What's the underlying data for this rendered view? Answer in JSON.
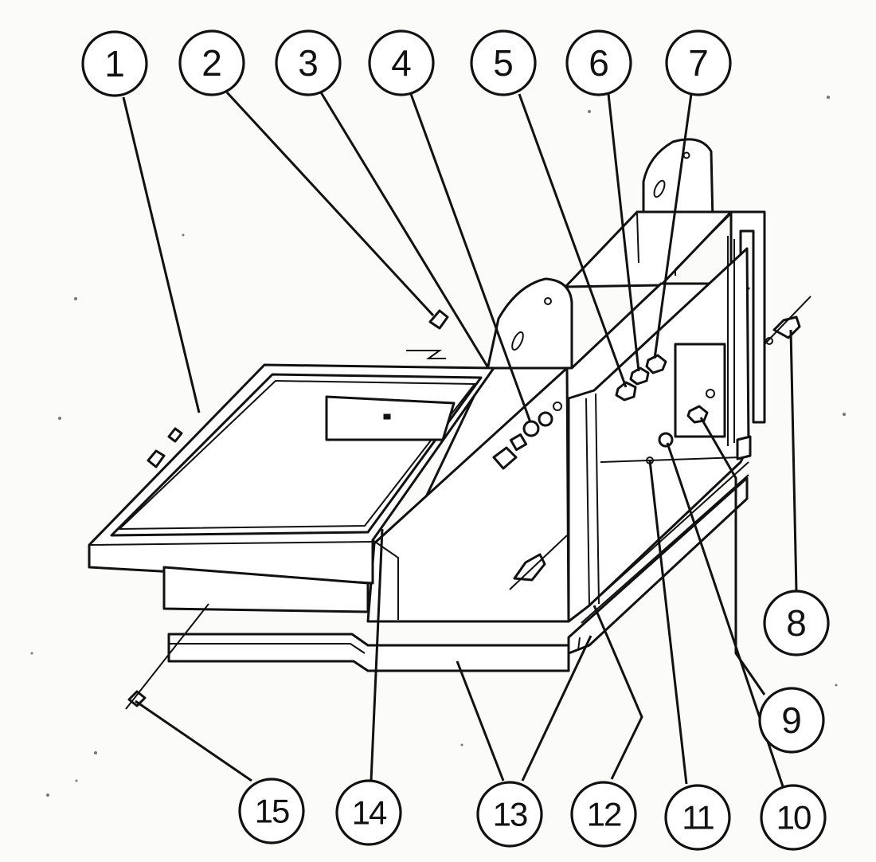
{
  "figure": {
    "callouts": [
      {
        "id": "1",
        "label": "1"
      },
      {
        "id": "2",
        "label": "2"
      },
      {
        "id": "3",
        "label": "3"
      },
      {
        "id": "4",
        "label": "4"
      },
      {
        "id": "5",
        "label": "5"
      },
      {
        "id": "6",
        "label": "6"
      },
      {
        "id": "7",
        "label": "7"
      },
      {
        "id": "8",
        "label": "8"
      },
      {
        "id": "9",
        "label": "9"
      },
      {
        "id": "10",
        "label": "10"
      },
      {
        "id": "11",
        "label": "11"
      },
      {
        "id": "12",
        "label": "12"
      },
      {
        "id": "13",
        "label": "13"
      },
      {
        "id": "14",
        "label": "14"
      },
      {
        "id": "15",
        "label": "15"
      }
    ],
    "colors": {
      "ink": "#111111",
      "paper": "#fbfbf9"
    }
  }
}
